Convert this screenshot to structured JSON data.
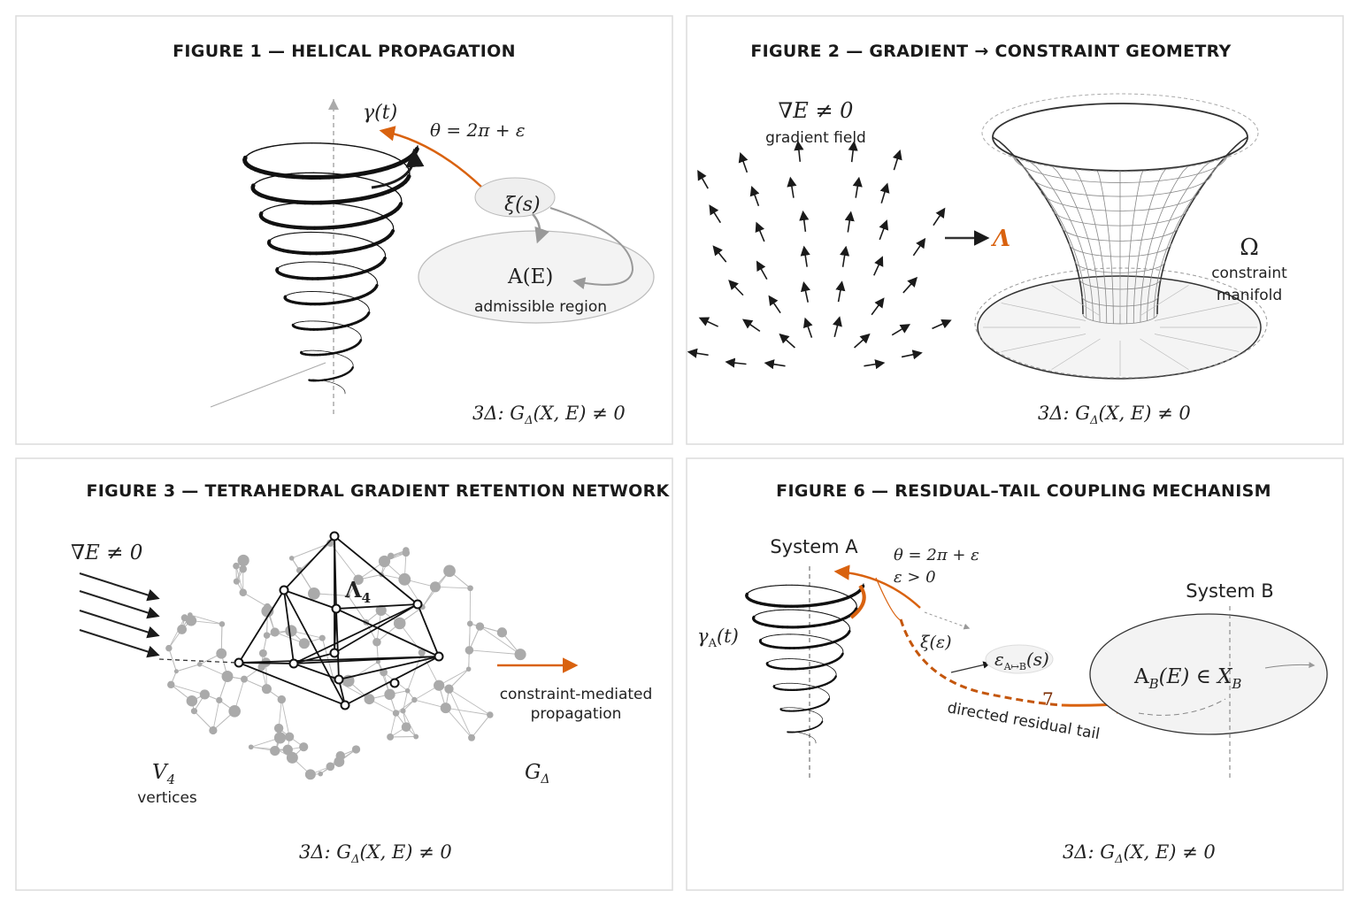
{
  "colors": {
    "accent": "#d9620f",
    "ink": "#1a1a1a",
    "gray": "#999999",
    "fill": "#f2f2f2"
  },
  "fig1": {
    "title": "FIGURE 1 — HELICAL PROPAGATION",
    "gamma": "γ(t)",
    "theta": "θ = 2π + ε",
    "xi": "ξ(s)",
    "region": "A(E)",
    "region_label": "admissible region",
    "eq_prefix": "3Δ: G",
    "eq_sub": "Δ",
    "eq_suffix": "(X, E) ≠ 0"
  },
  "fig2": {
    "title": "FIGURE 2 — GRADIENT → CONSTRAINT GEOMETRY",
    "grad": "∇E ≠ 0",
    "grad_label": "gradient field",
    "lambda": "Λ",
    "omega": "Ω",
    "omega_label_1": "constraint",
    "omega_label_2": "manifold",
    "eq_prefix": "3Δ: G",
    "eq_sub": "Δ",
    "eq_suffix": "(X, E) ≠ 0"
  },
  "fig3": {
    "title": "FIGURE 3 — TETRAHEDRAL GRADIENT RETENTION NETWORK",
    "grad": "∇E ≠ 0",
    "lambda": "Λ",
    "lambda_sub": "4",
    "v": "V",
    "v_sub": "4",
    "v_label": "vertices",
    "g": "G",
    "g_sub": "Δ",
    "prop_1": "constraint-mediated",
    "prop_2": "propagation",
    "eq_prefix": "3Δ: G",
    "eq_sub": "Δ",
    "eq_suffix": "(X, E) ≠ 0"
  },
  "fig6": {
    "title": "FIGURE 6 — RESIDUAL–TAIL COUPLING MECHANISM",
    "system_a": "System A",
    "system_b": "System B",
    "theta": "θ = 2π + ε",
    "eps": "ε > 0",
    "gamma": "γ",
    "gamma_sub": "A",
    "gamma_suffix": "(t)",
    "xi": "ξ(ε)",
    "coupling": "ε",
    "coupling_sub": "A↦B",
    "coupling_suffix": "(s)",
    "seven": "7",
    "tail": "directed residual tail",
    "region": "A",
    "region_sub": "B",
    "region_mid": "(E) ∈ X",
    "region_sub2": "B",
    "eq_prefix": "3Δ: G",
    "eq_sub": "Δ",
    "eq_suffix": "(X, E) ≠ 0"
  }
}
